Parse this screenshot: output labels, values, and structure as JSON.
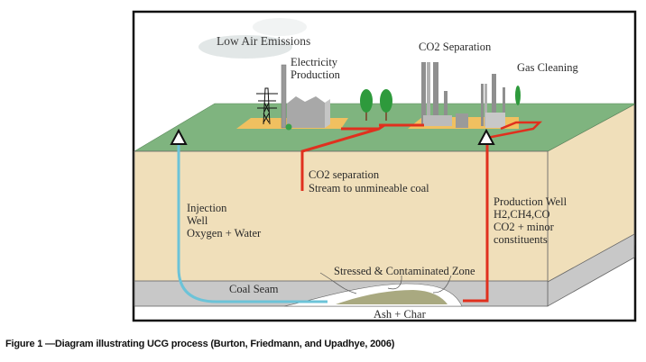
{
  "labels": {
    "low_air_emissions": "Low Air Emissions",
    "electricity_production": [
      "Electricity",
      "Production"
    ],
    "co2_separation": "CO2 Separation",
    "gas_cleaning": "Gas Cleaning",
    "co2_stream": [
      "CO2 separation",
      "Stream to unmineable coal"
    ],
    "injection_well": [
      "Injection",
      "Well",
      "Oxygen + Water"
    ],
    "production_well": [
      "Production Well",
      "H2,CH4,CO",
      "CO2 + minor",
      "constituents"
    ],
    "stressed_zone": "Stressed & Contaminated Zone",
    "coal_seam": "Coal Seam",
    "ash_char": "Ash + Char"
  },
  "caption": "Figure 1 —Diagram illustrating UCG process (Burton, Friedmann, and Upadhye, 2006)",
  "colors": {
    "surface": "#7fb47f",
    "overburden": "#f0dfba",
    "coal_seam": "#c8c8c8",
    "injection_line": "#6cc3d8",
    "production_line": "#e0301e",
    "pad": "#f0c060",
    "building": "#a8a8a8",
    "tree": "#2e9a3c",
    "cavity": "#a9a980"
  }
}
